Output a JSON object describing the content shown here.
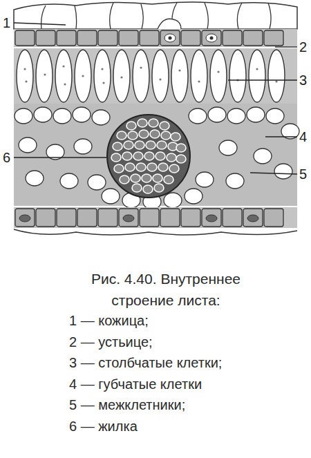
{
  "diagram": {
    "caption": "Рис. 4.40. Внутреннее строение листа:",
    "labels": [
      "1",
      "2",
      "3",
      "4",
      "5",
      "6",
      "1 — кожица;",
      "2 — устьице;",
      "3 — столбчатые клетки;",
      "4 — губчатые клетки",
      "5 — межклетники;",
      "6 — жилка"
    ]
  }
}
